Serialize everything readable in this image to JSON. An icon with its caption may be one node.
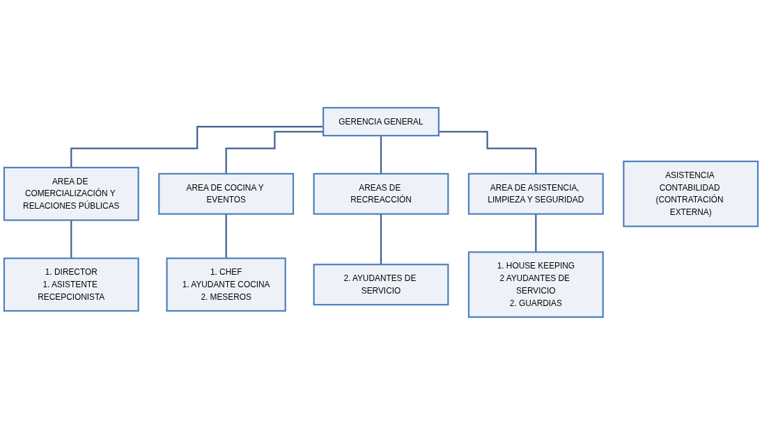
{
  "diagram": {
    "nodes": [
      {
        "text": [
          "GERENCIA GENERAL"
        ]
      },
      {
        "text": [
          "ASISTENCIA CONTABILIDAD (CONTRATACIÓN EXTERNA)"
        ]
      },
      {
        "text": [
          "AREA DE COMERCIALIZACIÓN Y RELACIONES PÚBLICAS"
        ]
      },
      {
        "text": [
          "AREA DE COCINA Y EVENTOS"
        ]
      },
      {
        "text": [
          "AREAS DE RECREACCIÓN"
        ]
      },
      {
        "text": [
          "AREA DE ASISTENCIA, LIMPIEZA Y SEGURIDAD"
        ]
      },
      {
        "text": [
          "1. DIRECTOR",
          "1. ASISTENTE RECEPCIONISTA"
        ]
      },
      {
        "text": [
          "1. CHEF",
          "1. AYUDANTE COCINA",
          "2. MESEROS"
        ]
      },
      {
        "text": [
          "2. AYUDANTES DE SERVICIO"
        ]
      },
      {
        "text": [
          "1. HOUSE KEEPING",
          "2 AYUDANTES DE SERVICIO",
          "2. GUARDIAS"
        ]
      }
    ],
    "edges": [
      {
        "from": 0,
        "to": 2,
        "arrow": "none"
      },
      {
        "from": 0,
        "to": 3,
        "arrow": "none"
      },
      {
        "from": 0,
        "to": 4,
        "arrow": "none"
      },
      {
        "from": 0,
        "to": 5,
        "arrow": "none"
      },
      {
        "from": 2,
        "to": 6,
        "arrow": "none"
      },
      {
        "from": 3,
        "to": 7,
        "arrow": "none"
      },
      {
        "from": 4,
        "to": 8,
        "arrow": "none"
      },
      {
        "from": 5,
        "to": 9,
        "arrow": "none"
      }
    ]
  }
}
